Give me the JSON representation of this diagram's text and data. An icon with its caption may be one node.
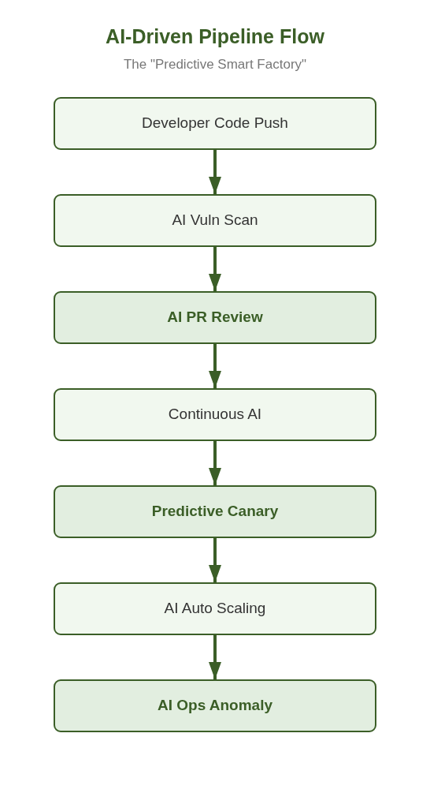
{
  "diagram": {
    "title": "AI-Driven Pipeline Flow",
    "caption": "The \"Predictive Smart Factory\"",
    "nodes": [
      {
        "text": [
          "Developer Code Push"
        ]
      },
      {
        "text": [
          "AI Vuln Scan"
        ]
      },
      {
        "text": [
          "AI PR Review"
        ]
      },
      {
        "text": [
          "Continuous AI"
        ]
      },
      {
        "text": [
          "Predictive Canary"
        ]
      },
      {
        "text": [
          "AI Auto Scaling"
        ]
      },
      {
        "text": [
          "AI Ops Anomaly"
        ]
      }
    ],
    "edges": [
      {
        "from": 0,
        "to": 1,
        "arrow": "to"
      },
      {
        "from": 1,
        "to": 2,
        "arrow": "to"
      },
      {
        "from": 2,
        "to": 3,
        "arrow": "to"
      },
      {
        "from": 3,
        "to": 4,
        "arrow": "to"
      },
      {
        "from": 4,
        "to": 5,
        "arrow": "to"
      },
      {
        "from": 5,
        "to": 6,
        "arrow": "to"
      }
    ]
  }
}
